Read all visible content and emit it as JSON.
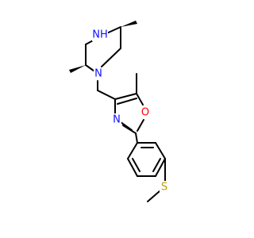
{
  "molecule": {
    "atoms": {
      "nh": {
        "text": "NH",
        "color": "#1010ff"
      },
      "n1": {
        "text": "N",
        "color": "#1010ff"
      },
      "n3": {
        "text": "N",
        "color": "#1010ff"
      },
      "o1": {
        "text": "O",
        "color": "#ff0000"
      },
      "s1": {
        "text": "S",
        "color": "#b8a000"
      }
    },
    "bond_color": "#000000"
  }
}
